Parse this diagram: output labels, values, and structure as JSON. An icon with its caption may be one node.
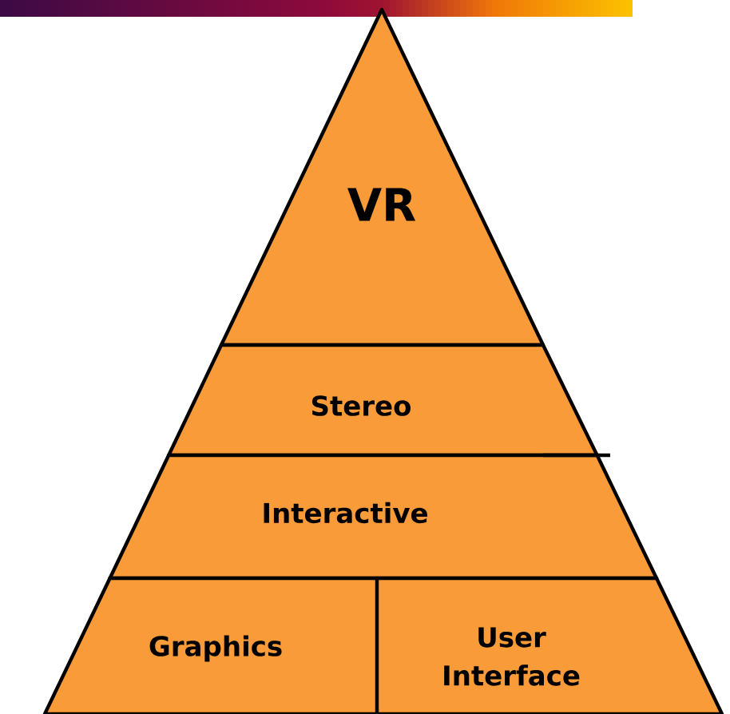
{
  "diagram": {
    "nodes": [
      {
        "text": [
          "VR"
        ]
      },
      {
        "text": [
          "Stereo"
        ]
      },
      {
        "text": [
          "Interactive"
        ]
      },
      {
        "text": [
          "Graphics"
        ]
      },
      {
        "text": [
          "User Interface"
        ]
      }
    ]
  }
}
